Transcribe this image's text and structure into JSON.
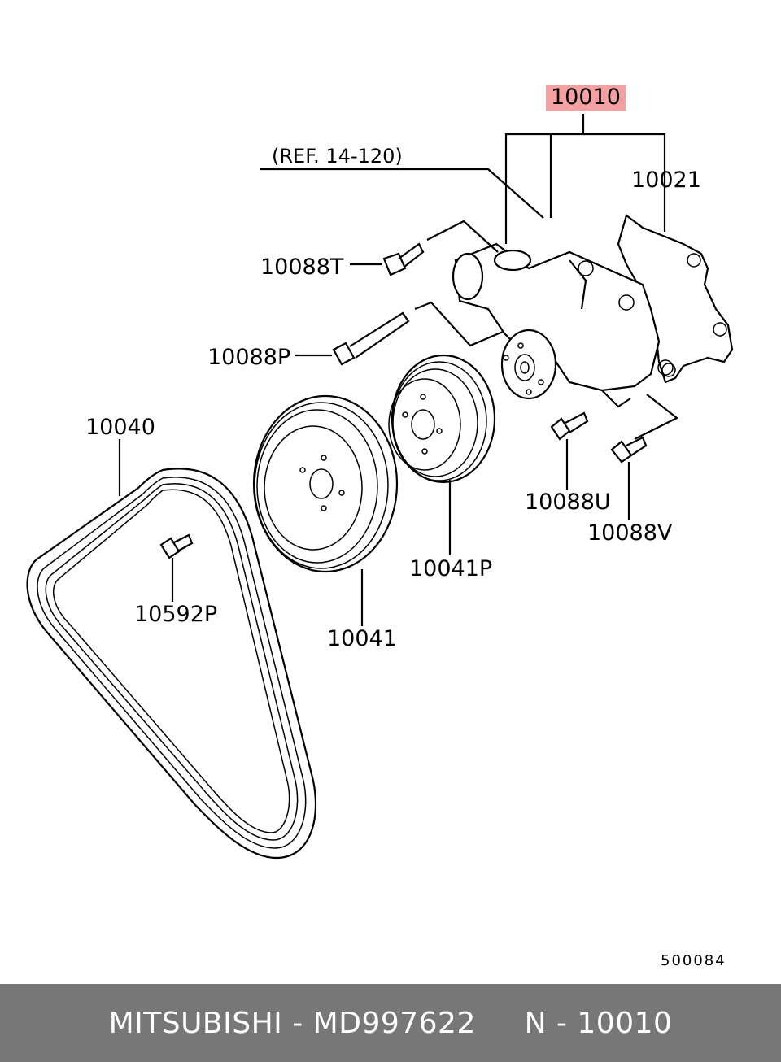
{
  "diagram": {
    "highlighted_part": "10010",
    "reference": "(REF. 14-120)",
    "labels": {
      "p10010": "10010",
      "p10021": "10021",
      "p10088T": "10088T",
      "p10088P": "10088P",
      "p10040": "10040",
      "p10041": "10041",
      "p10041P": "10041P",
      "p10088U": "10088U",
      "p10088V": "10088V",
      "p10592P": "10592P"
    },
    "diagram_code": "500084",
    "colors": {
      "highlight": "#f4a0a0",
      "footer_bg": "#777777",
      "footer_text": "#ffffff"
    }
  },
  "footer": {
    "text": "MITSUBISHI - MD997622     N - 10010"
  }
}
